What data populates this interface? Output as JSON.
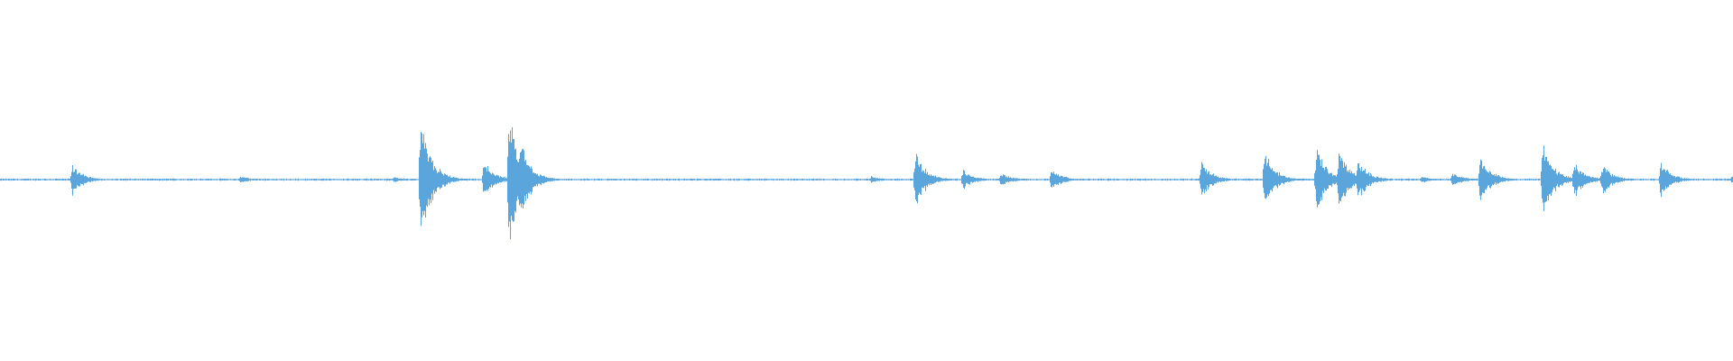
{
  "waveform": {
    "color": "#5aa6dc",
    "background": "#ffffff",
    "baseline_amplitude": 0.012,
    "peaks": [
      {
        "t": 0.0415,
        "amp": 0.22
      },
      {
        "t": 0.1385,
        "amp": 0.05
      },
      {
        "t": 0.227,
        "amp": 0.04
      },
      {
        "t": 0.2425,
        "amp": 1.0
      },
      {
        "t": 0.279,
        "amp": 0.26
      },
      {
        "t": 0.2935,
        "amp": 0.95
      },
      {
        "t": 0.2995,
        "amp": 0.62
      },
      {
        "t": 0.3125,
        "amp": 0.05
      },
      {
        "t": 0.5025,
        "amp": 0.05
      },
      {
        "t": 0.528,
        "amp": 0.4
      },
      {
        "t": 0.5555,
        "amp": 0.14
      },
      {
        "t": 0.5775,
        "amp": 0.1
      },
      {
        "t": 0.6065,
        "amp": 0.17
      },
      {
        "t": 0.693,
        "amp": 0.26
      },
      {
        "t": 0.7295,
        "amp": 0.4
      },
      {
        "t": 0.7595,
        "amp": 0.47
      },
      {
        "t": 0.7725,
        "amp": 0.42
      },
      {
        "t": 0.7835,
        "amp": 0.29
      },
      {
        "t": 0.82,
        "amp": 0.05
      },
      {
        "t": 0.838,
        "amp": 0.1
      },
      {
        "t": 0.854,
        "amp": 0.35
      },
      {
        "t": 0.89,
        "amp": 0.55
      },
      {
        "t": 0.908,
        "amp": 0.28
      },
      {
        "t": 0.9245,
        "amp": 0.22
      },
      {
        "t": 0.958,
        "amp": 0.25
      },
      {
        "t": 0.999,
        "amp": 0.05
      }
    ]
  }
}
